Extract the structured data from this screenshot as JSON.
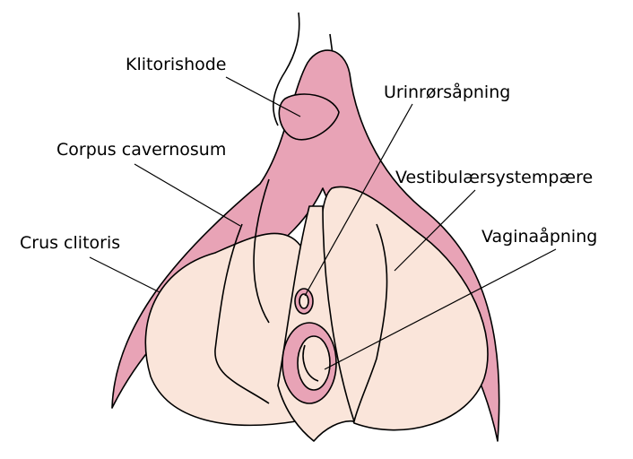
{
  "labels": {
    "glans": "Klitorishode",
    "corpus": "Corpus cavernosum",
    "crus": "Crus clitoris",
    "urethra": "Urinrørsåpning",
    "bulb": "Vestibulærsystempære",
    "vagina": "Vaginaåpning"
  },
  "colors": {
    "clitoris": "#e8a3b6",
    "bulb": "#fae5da",
    "outline": "#000000"
  }
}
